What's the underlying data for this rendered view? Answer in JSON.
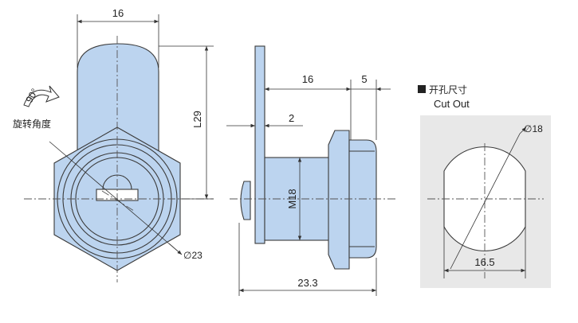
{
  "front_view": {
    "width_dim": "16",
    "length_dim": "L29",
    "diameter_dim": "∅23",
    "rotation_label": "90°",
    "rotation_text": "旋转角度"
  },
  "side_view": {
    "body_dim": "16",
    "nut_dim": "5",
    "plate_dim": "2",
    "thread_dim": "M18",
    "total_dim": "23.3"
  },
  "cutout": {
    "title_cn": "开孔尺寸",
    "title_en": "Cut Out",
    "diameter_dim": "∅18",
    "width_dim": "16.5"
  },
  "colors": {
    "part_fill": "#bcd4ef",
    "cutout_bg": "#e8e8e8",
    "line": "#3a3a3a"
  }
}
